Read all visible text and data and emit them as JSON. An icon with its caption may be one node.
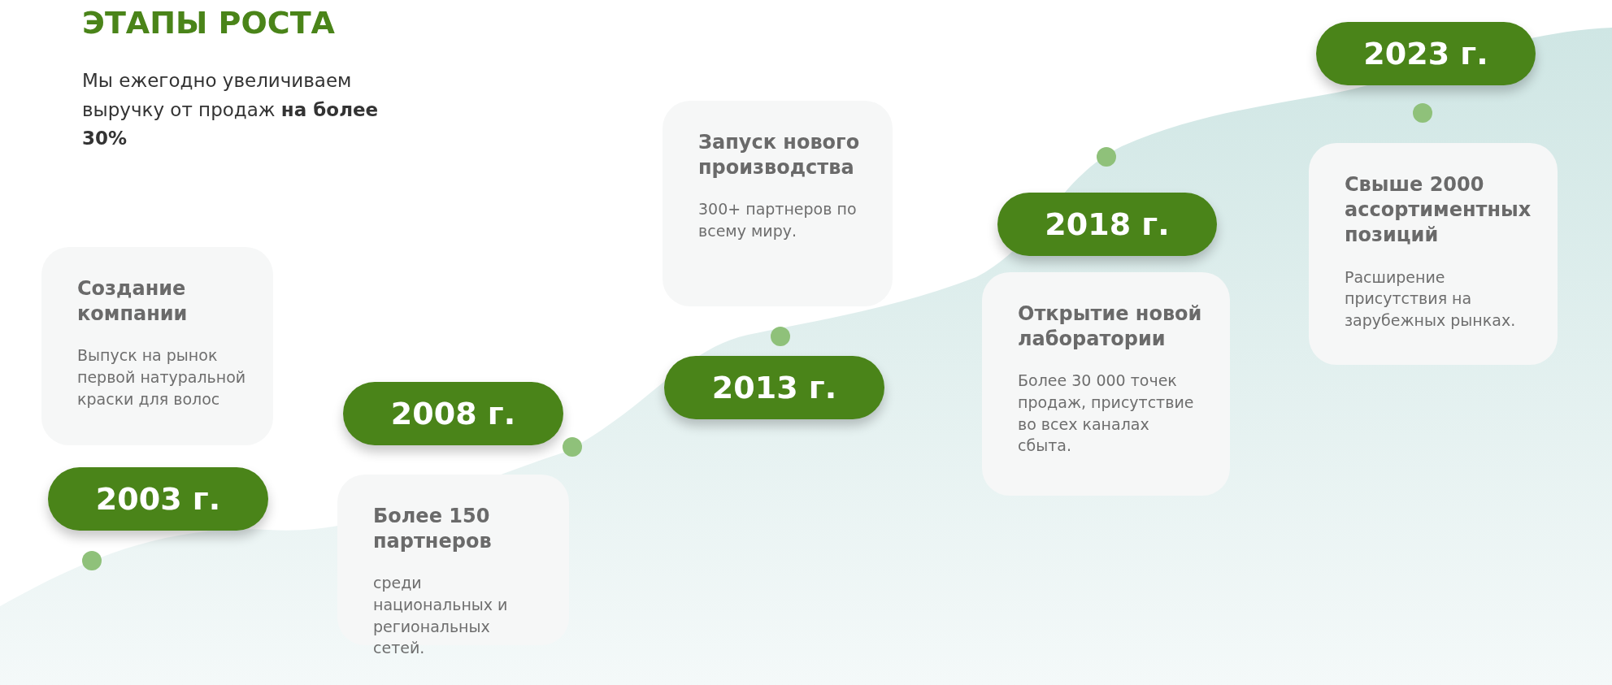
{
  "diagram": {
    "title": "ЭТАПЫ РОСТА",
    "nodes": [
      {
        "text": [
          "Создание компании",
          "Выпуск на рынок первой натуральной краски для волос"
        ]
      },
      {
        "text": [
          "2003 г."
        ]
      },
      {
        "text": [
          "2008 г."
        ]
      },
      {
        "text": [
          "Более 150 партнеров",
          "среди национальных и региональных сетей."
        ]
      },
      {
        "text": [
          "Запуск нового производства",
          "300+ партнеров по всему миру."
        ]
      },
      {
        "text": [
          "2013 г."
        ]
      },
      {
        "text": [
          "2018 г."
        ]
      },
      {
        "text": [
          "Открытие новой лаборатории",
          "Более 30 000 точек продаж, присутствие во всех каналах сбыта."
        ]
      },
      {
        "text": [
          "2023 г."
        ]
      },
      {
        "text": [
          "Свыше 2000 ассортиментных позиций",
          "Расширение присутствия на зарубежных рынках."
        ]
      }
    ],
    "edges": [],
    "labels": [
      "Мы ежегодно увеличиваем выручку от продаж **на более 30%**"
    ]
  }
}
